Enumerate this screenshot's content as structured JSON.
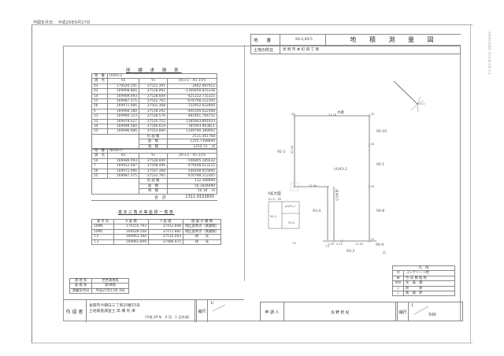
{
  "header_note": "作図年月日： 平成29年6月27日",
  "side_stamp": "ARAKAWA 2018/06/22",
  "title_block": {
    "lot_number_label": "地　　番",
    "lot_number_value": "93-2,93-5",
    "document_title": "地 積 測 量 図",
    "location_label": "土地の所在",
    "location_value": "見 附 市 本 町 四 丁 目"
  },
  "coord_section_title": "座 標 求 積 表",
  "table1": {
    "parcel_label": "地　番",
    "parcel_value": "(A)93-2",
    "headers": [
      "測　点",
      "Xn",
      "Yn",
      "(Xn+1 - Xn-1)Yn"
    ],
    "rows": [
      [
        "43",
        "170020.291",
        "37521.391",
        "-3462.987912"
      ],
      [
        "42",
        "169998.884",
        "37518.892",
        "-1166858.825338"
      ],
      [
        "54",
        "169989.093",
        "37528.849",
        "-421322.735321"
      ],
      [
        "55",
        "169987.375",
        "37522.765",
        "-676798.112305"
      ],
      [
        "56",
        "169971.066",
        "37501.368",
        "-722952.622800"
      ],
      [
        "6",
        "169966.180",
        "37518.292",
        "-400100.022408"
      ],
      [
        "31",
        "169960.123",
        "37518.576",
        "482461.764752"
      ],
      [
        "33",
        "169978.027",
        "37535.752",
        "1185843.891933"
      ],
      [
        "34",
        "169989.584",
        "37546.619",
        "785993.963811"
      ],
      [
        "35",
        "169996.686",
        "37553.866",
        "1149790.389062"
      ]
    ],
    "summary": [
      {
        "label": "倍 面 積",
        "value": "2511.461768"
      },
      {
        "label": "面　積",
        "value": "1255.7308840"
      },
      {
        "label": "地　積",
        "value": "1255.73",
        "unit": "㎡"
      }
    ]
  },
  "table2": {
    "parcel_label": "地　番",
    "parcel_value": "(B)93-5",
    "headers": [
      "測　点",
      "Xn",
      "Yn",
      "(Xn+1 - Xn-1)Yn"
    ],
    "rows": [
      [
        "54",
        "169989.093",
        "37528.849",
        "-546805.185632"
      ],
      [
        "7",
        "169912.087",
        "37508.496",
        "-476408.613215"
      ],
      [
        "56",
        "169971.066",
        "37507.368",
        "546408.055840"
      ],
      [
        "55",
        "169987.375",
        "37522.765",
        "676798.112305"
      ]
    ],
    "summary": [
      {
        "label": "倍 面 積",
        "value": "112.368898"
      },
      {
        "label": "面　積",
        "value": "56.1844890"
      },
      {
        "label": "地　積",
        "value": "56.18",
        "unit": "㎡"
      }
    ]
  },
  "total": {
    "label": "合　計",
    "value": "1311.9153830"
  },
  "benchmark_section_title": "基本三角点等座標一覧表",
  "benchmark_table": {
    "headers": [
      "測 点 名",
      "X 座 標",
      "Y 座 標",
      "標 識 の 種 類"
    ],
    "rows": [
      [
        "10M6",
        "170155.793",
        "37412.848",
        "制区基準点（真鍮製）"
      ],
      [
        "10M1",
        "169428.548",
        "37472.881",
        "制区基準点（真鍮製）"
      ],
      [
        "T.2",
        "169963.194",
        "37510.093",
        "鋲　　充"
      ],
      [
        "T.3",
        "169961.849",
        "37486.072",
        "鋲　　充"
      ]
    ]
  },
  "survey_info": [
    {
      "label": "測 地 系",
      "value": "世界測地系"
    },
    {
      "label": "座 標 系",
      "value": "第Ⅷ系"
    },
    {
      "label": "測量年月日",
      "value": "平成27年11月 4日"
    }
  ],
  "preparer": {
    "label": "作 成 者",
    "address": "長岡市今朝白三丁目10番15号",
    "name": "土地家屋調査士 高 橋 利 幸",
    "date": "（平成 29 年　6 月　1 日作成）",
    "scale_label": "縮尺",
    "scale_value": "1/"
  },
  "applicant": {
    "label": "申 請 人",
    "name": "浅 野 智 紀",
    "scale_label": "縮尺",
    "scale_num": "1",
    "scale_den": "500"
  },
  "legend": {
    "title": "凡　例",
    "items": [
      {
        "symbol": "⊡",
        "label": "コンクリート杭"
      },
      {
        "symbol": "⊠",
        "label": "合 成 樹 脂 杭"
      },
      {
        "symbol": "⊟⊡",
        "label": "金　属　標"
      },
      {
        "symbol": "◇",
        "label": "鋲　　　鋲"
      },
      {
        "symbol": "◇",
        "label": "真　鍮　鋲"
      }
    ]
  },
  "plan": {
    "labels": {
      "waterway": "水路",
      "top_len": "31.18",
      "left_len": "41.50",
      "parcel_a": "(A)93-2",
      "parcel_b": "93-4",
      "lot_95_3": "95-3",
      "lot_90_10": "90-10",
      "lot_90_1": "90-1",
      "lot_90_8": "90-8",
      "lot_90_9": "90-9",
      "lot_93_3": "93-3",
      "lot_b93_5": "(B)93-5",
      "len_1294": "12.94",
      "len_1117": "11.17",
      "len_1150": "11.50",
      "len_422": "4.22",
      "len_290": "2.90",
      "pt_43": "43",
      "pt_42": "42",
      "pt_35": "35",
      "pt_34": "34",
      "pt_33": "33",
      "pt_31": "31",
      "pt_6": "6",
      "pt_54": "54",
      "pt_55": "55",
      "pt_56": "56",
      "pt_7": "7",
      "t2": "T.2",
      "t3": "T.3",
      "inset_title": "A拡大図",
      "inset_scale": "S＝1：50",
      "inset_a": "(A)93-2",
      "inset_953": "95-3",
      "inset_934": "93-4"
    }
  }
}
